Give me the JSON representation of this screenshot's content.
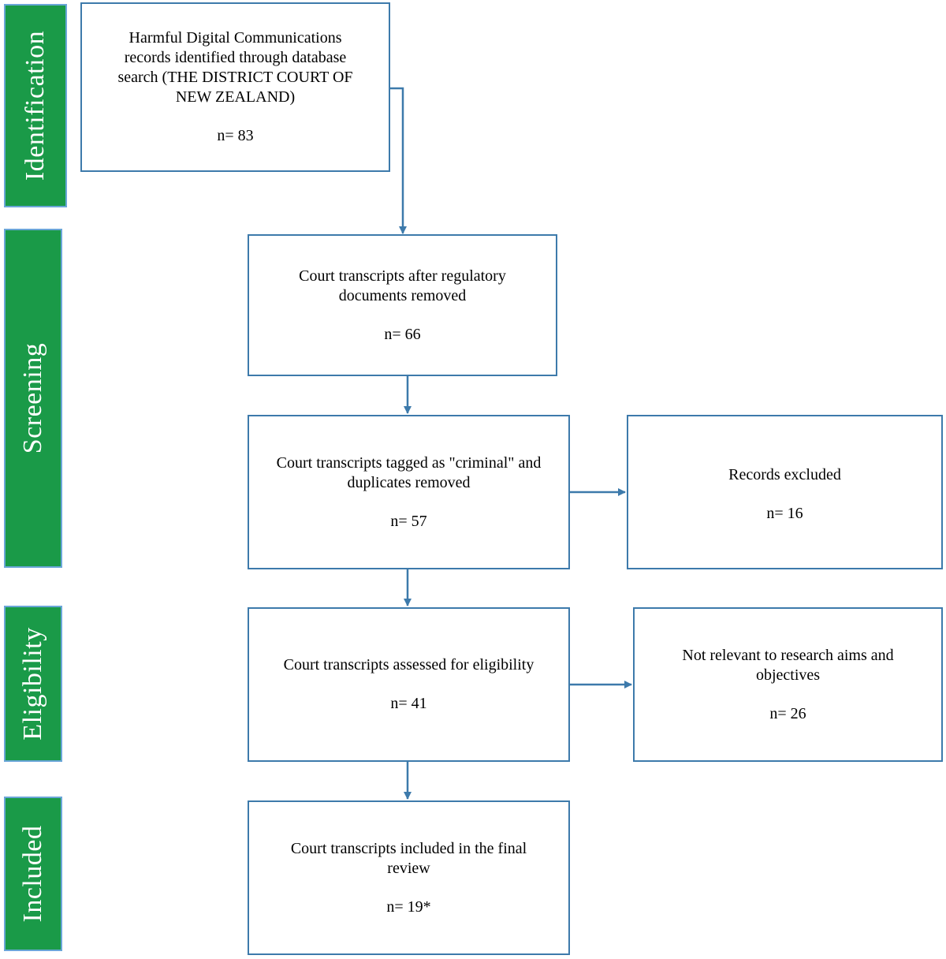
{
  "phases": {
    "identification": "Identification",
    "screening": "Screening",
    "eligibility": "Eligibility",
    "included": "Included"
  },
  "boxes": {
    "records_identified": {
      "text": "Harmful Digital Communications records identified through database search (THE DISTRICT COURT OF NEW ZEALAND)",
      "count": "n= 83"
    },
    "after_regulatory_removed": {
      "text": "Court transcripts after regulatory documents removed",
      "count": "n= 66"
    },
    "tagged_criminal": {
      "text": "Court transcripts tagged as \"criminal\" and duplicates removed",
      "count": "n= 57"
    },
    "records_excluded": {
      "text": "Records excluded",
      "count": "n= 16"
    },
    "assessed_eligibility": {
      "text": "Court transcripts assessed for eligibility",
      "count": "n= 41"
    },
    "not_relevant": {
      "text": "Not relevant to research aims and objectives",
      "count": "n= 26"
    },
    "included_final": {
      "text": "Court transcripts included in the final review",
      "count": "n= 19*"
    }
  },
  "colors": {
    "phase_fill": "#1a9a48",
    "phase_border": "#6aa6d8",
    "box_border": "#3d7aab",
    "arrow": "#3d7aab"
  }
}
